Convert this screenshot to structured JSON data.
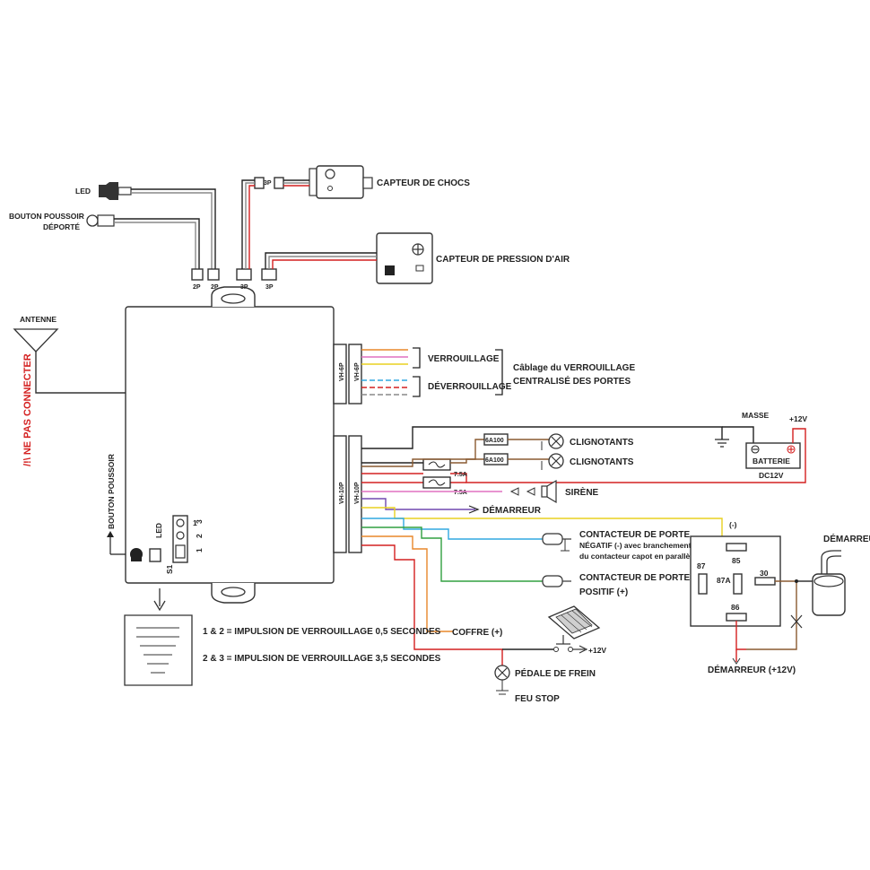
{
  "labels": {
    "led": "LED",
    "bouton_deporte_1": "BOUTON POUSSOIR",
    "bouton_deporte_2": "DÉPORTÉ",
    "capteur_chocs": "CAPTEUR DE CHOCS",
    "capteur_pression": "CAPTEUR DE PRESSION D'AIR",
    "antenne": "ANTENNE",
    "ne_pas_connecter": "/!\\ NE PAS CONNECTER",
    "bouton_poussoir": "BOUTON POUSSOIR",
    "verrouillage": "VERROUILLAGE",
    "deverrouillage": "DÉVERROUILLAGE",
    "cablage_1": "Câblage du VERROUILLAGE",
    "cablage_2": "CENTRALISÉ DES PORTES",
    "masse": "MASSE",
    "plus12v": "+12V",
    "batterie": "BATTERIE",
    "dc12v": "DC12V",
    "clignotants_1": "CLIGNOTANTS",
    "clignotants_2": "CLIGNOTANTS",
    "sirene": "SIRÈNE",
    "demarreur": "DÉMARREUR",
    "contact_porte_neg_1": "CONTACTEUR DE PORTE",
    "contact_porte_neg_2": "NÉGATIF (-) avec branchement",
    "contact_porte_neg_3": "du contacteur capot en parallèle",
    "contact_porte_pos_1": "CONTACTEUR DE PORTE",
    "contact_porte_pos_2": "POSITIF (+)",
    "coffre": "COFFRE (+)",
    "pedale": "PÉDALE DE FREIN",
    "feu_stop": "FEU STOP",
    "pedale_12v": "+12V",
    "demarreur_right": "DÉMARREUR",
    "demarreur_12v": "DÉMARREUR (+12V)",
    "relay_minus": "(-)",
    "relay_85": "85",
    "relay_87": "87",
    "relay_87a": "87A",
    "relay_30": "30",
    "relay_86": "86",
    "fuse_6a_1": "6A100",
    "fuse_6a_2": "6A100",
    "fuse_75a_1": "7.5A",
    "fuse_75a_2": "7.5A",
    "conn_2p_a": "2P",
    "conn_2p_b": "2P",
    "conn_3p_a": "3P",
    "conn_3p_b": "3P",
    "conn_3p_c": "3P",
    "conn_vh6p_a": "VH-6P",
    "conn_vh6p_b": "VH-6P",
    "conn_vh10p_a": "VH-10P",
    "conn_vh10p_b": "VH-10P",
    "switch_led": "LED",
    "switch_s1": "S1",
    "switch_1": "1",
    "switch_2": "2",
    "switch_3": "3",
    "switch_b1": "1",
    "switch_b2": "2",
    "switch_b3": "3",
    "note_1": "1 & 2 = IMPULSION DE VERROUILLAGE 0,5 SECONDES",
    "note_2": "2 & 3 = IMPULSION DE VERROUILLAGE 3,5 SECONDES"
  },
  "colors": {
    "red": "#d42020",
    "orange": "#e8872a",
    "yellow": "#e8d020",
    "blue": "#30a8e0",
    "green": "#30a040",
    "pink": "#e070c0",
    "purple": "#7048b0",
    "brown": "#8a5a30",
    "black": "#222222",
    "grey": "#888888"
  }
}
